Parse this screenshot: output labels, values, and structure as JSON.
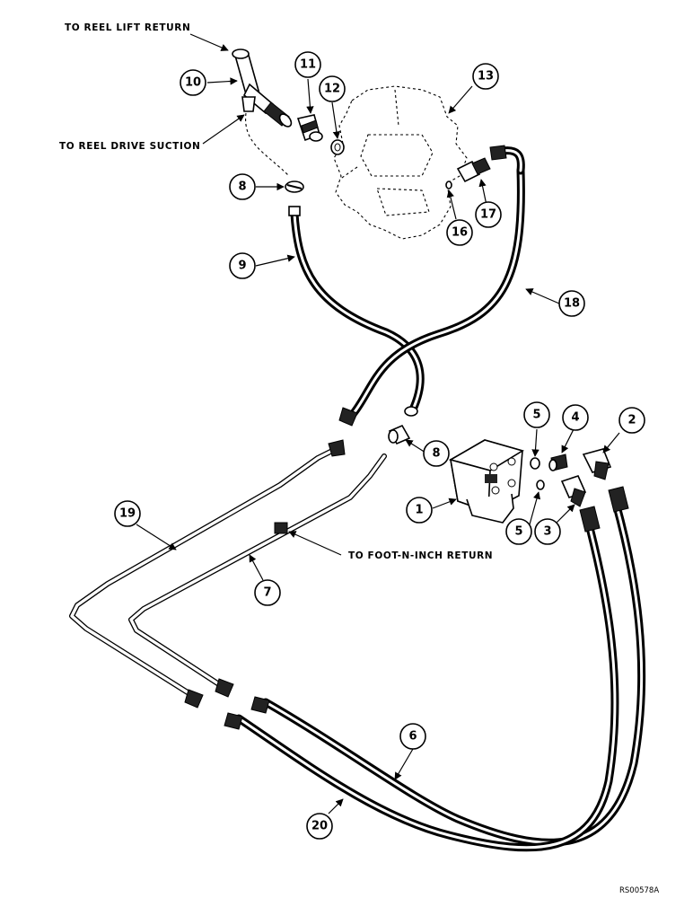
{
  "labels": {
    "reel_lift_return": "TO REEL LIFT RETURN",
    "reel_drive_suction": "TO REEL DRIVE SUCTION",
    "foot_n_inch_return": "TO FOOT-N-INCH RETURN"
  },
  "callouts": {
    "c1": "1",
    "c2": "2",
    "c3": "3",
    "c4": "4",
    "c5a": "5",
    "c5b": "5",
    "c6": "6",
    "c7": "7",
    "c8a": "8",
    "c8b": "8",
    "c9": "9",
    "c10": "10",
    "c11": "11",
    "c12": "12",
    "c13": "13",
    "c16": "16",
    "c17": "17",
    "c18": "18",
    "c19": "19",
    "c20": "20"
  },
  "drawing_code": "RS00578A"
}
